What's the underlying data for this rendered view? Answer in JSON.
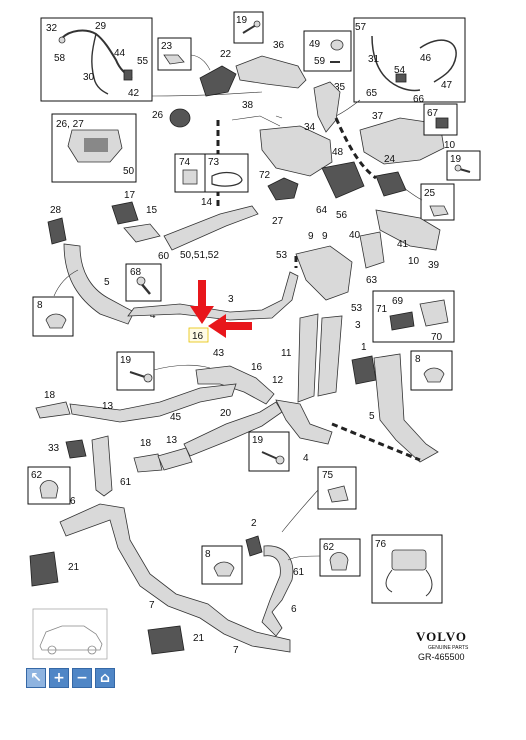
{
  "brand": {
    "name": "VOLVO",
    "tagline": "GENUINE PARTS",
    "reference": "GR-465500"
  },
  "colors": {
    "highlight_arrow": "#e8161b",
    "toolbar_button": "#4f86c6"
  },
  "toolbar": [
    {
      "name": "pointer-tool",
      "icon": "pointer-icon",
      "glyph": "↖"
    },
    {
      "name": "zoom-in",
      "icon": "plus-icon",
      "glyph": "+"
    },
    {
      "name": "zoom-out",
      "icon": "minus-icon",
      "glyph": "−"
    },
    {
      "name": "home",
      "icon": "home-icon",
      "glyph": "⌂"
    }
  ],
  "labels": {
    "l32": "32",
    "l29": "29",
    "l58": "58",
    "l44": "44",
    "l55": "55",
    "l30": "30",
    "l42": "42",
    "l23": "23",
    "l22": "22",
    "l19a": "19",
    "l36": "36",
    "l49": "49",
    "l59": "59",
    "l57": "57",
    "l31": "31",
    "l54": "54",
    "l46": "46",
    "l47": "47",
    "l65": "65",
    "l66": "66",
    "l35": "35",
    "l26": "26",
    "l38": "38",
    "l37": "37",
    "l67": "67",
    "l10a": "10",
    "l2627": "26, 27",
    "l50a": "50",
    "l34": "34",
    "l48": "48",
    "l24": "24",
    "l19b": "19",
    "l74": "74",
    "l73": "73",
    "l72": "72",
    "l25": "25",
    "l17": "17",
    "l28": "28",
    "l15": "15",
    "l14": "14",
    "l27": "27",
    "l64": "64",
    "l56": "56",
    "l9a": "9",
    "l40": "40",
    "l41": "41",
    "l10b": "10",
    "l39": "39",
    "l505152": "50,51,52",
    "l60": "60",
    "l68": "68",
    "l9b": "9",
    "l53a": "53",
    "l63": "63",
    "l8a": "8",
    "l4a": "4",
    "l3a": "3",
    "l53b": "53",
    "l69": "69",
    "l71": "71",
    "l70": "70",
    "l16a": "16",
    "l43": "43",
    "l3b": "3",
    "l11": "11",
    "l1": "1",
    "l19c": "19",
    "l16b": "16",
    "l12": "12",
    "l8b": "8",
    "l18a": "18",
    "l45": "45",
    "l13a": "13",
    "l20": "20",
    "l5": "5",
    "l33": "33",
    "l18b": "18",
    "l13b": "13",
    "l19d": "19",
    "l4b": "4",
    "l62a": "62",
    "l61a": "61",
    "l75": "75",
    "l6a": "6",
    "l2": "2",
    "l21a": "21",
    "l8c": "8",
    "l62b": "62",
    "l76": "76",
    "l61b": "61",
    "l6b": "6",
    "l7a": "7",
    "l21b": "21",
    "l7b": "7"
  }
}
